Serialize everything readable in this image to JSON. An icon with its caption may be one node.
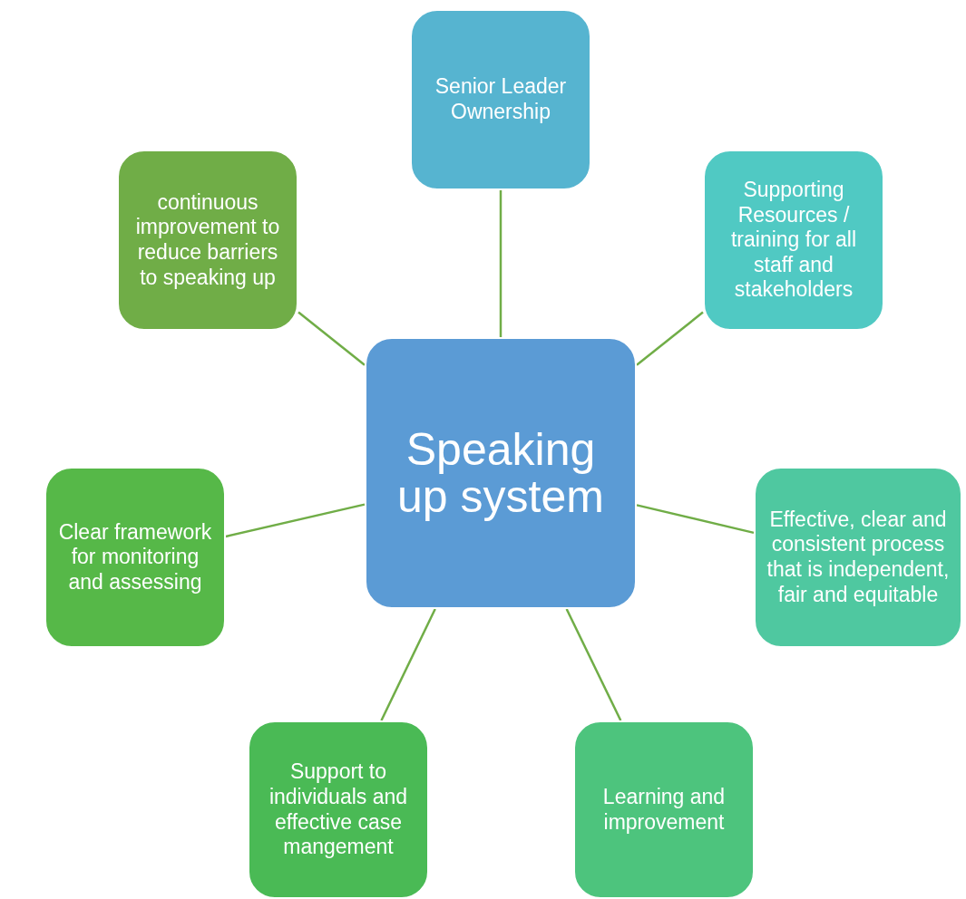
{
  "diagram": {
    "nodes": [
      {
        "text": [
          "Senior Leader Ownership"
        ]
      },
      {
        "text": [
          "continuous improvement to reduce barriers to speaking up"
        ]
      },
      {
        "text": [
          "Supporting Resources / training for all staff and stakeholders"
        ]
      },
      {
        "text": [
          "Speaking up system"
        ]
      },
      {
        "text": [
          "Clear framework for monitoring and assessing"
        ]
      },
      {
        "text": [
          "Effective, clear and consistent process that is independent, fair and equitable"
        ]
      },
      {
        "text": [
          "Support to individuals and effective case mangement"
        ]
      },
      {
        "text": [
          "Learning and improvement"
        ]
      }
    ],
    "edges": [
      {
        "from": 3,
        "to": 0,
        "arrow": "none"
      },
      {
        "from": 3,
        "to": 1,
        "arrow": "none"
      },
      {
        "from": 3,
        "to": 2,
        "arrow": "none"
      },
      {
        "from": 3,
        "to": 4,
        "arrow": "none"
      },
      {
        "from": 3,
        "to": 5,
        "arrow": "none"
      },
      {
        "from": 3,
        "to": 6,
        "arrow": "none"
      },
      {
        "from": 3,
        "to": 7,
        "arrow": "none"
      }
    ]
  }
}
